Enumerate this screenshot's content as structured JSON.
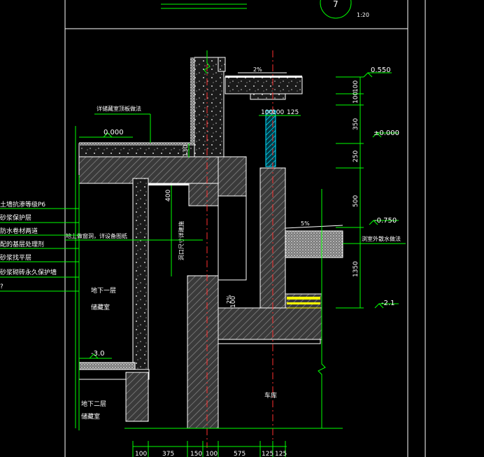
{
  "scale_label": "1:20",
  "detail_mark": "7",
  "texts": {
    "basement_roof_detail": "详储藏室顶板做法",
    "outdoor_waterproof_detail": "浏室外散水做法",
    "opening_note": "地上做窗洞，详设备图纸",
    "window_note": "洞口尺寸详建施",
    "b1_line1": "地下一层",
    "b1_line2": "储藏室",
    "b2_line1": "地下二层",
    "b2_line2": "储藏室",
    "garage": "车库",
    "slope_top": "2%",
    "slope_ground": "5%",
    "slope_inner": "2%"
  },
  "layers": [
    "土墙抗渗等级P6",
    "砂浆保护层",
    "防水卷材两道",
    "配的基层处理剂",
    "砂浆找平层",
    "砂浆砌砖永久保护墙",
    "?"
  ],
  "elevations": {
    "top_right": "0.550",
    "zero_right": "±0.000",
    "ground_right": "-0.750",
    "bottom_right": "-2.1",
    "zero_left": "0.000",
    "minus3_left": "-3.0"
  },
  "dims": {
    "vertical_right": [
      "100",
      "100",
      "350",
      "250",
      "500",
      "1350"
    ],
    "top_small": [
      "100",
      "100",
      "125"
    ],
    "bottom": [
      "100",
      "375",
      "150",
      "100",
      "575",
      "125",
      "125"
    ],
    "v130": "130",
    "v400": "400",
    "v100": "100"
  },
  "colors": {
    "line": "#ffffff",
    "green": "#00ff00",
    "red": "#ff3030",
    "cyan": "#00e0ff",
    "yellow": "#ffff00",
    "hatch": "#9a9a9a"
  }
}
